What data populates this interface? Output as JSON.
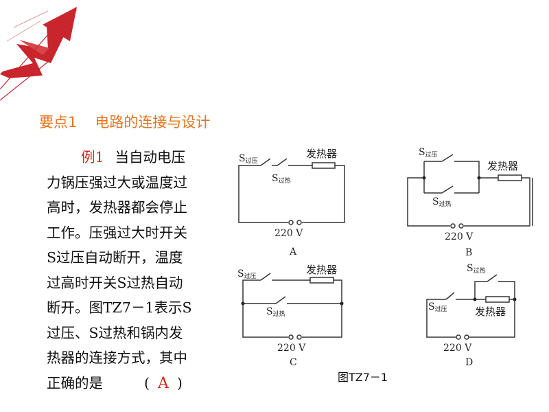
{
  "section": {
    "label": "要点1",
    "title": "电路的连接与设计"
  },
  "example": {
    "label": "例1",
    "lines": [
      "当自动电压",
      "力锅压强过大或温度过",
      "高时，发热器都会停止",
      "工作。压强过大时开关",
      "S过压自动断开，温度",
      "过高时开关S过热自动",
      "断开。图TZ7－1表示S",
      "过压、S过热和锅内发",
      "热器的连接方式，其中",
      "正确的是"
    ],
    "paren_open": "(",
    "answer": "A",
    "paren_close": ")"
  },
  "figure": {
    "caption": "图TZ7－1",
    "switch_symbol": "S",
    "switch_overpressure_sub": "过压",
    "switch_overheat_sub": "过热",
    "heater_label": "发热器",
    "voltage_label": "220 V",
    "options": [
      "A",
      "B",
      "C",
      "D"
    ]
  },
  "colors": {
    "accent_red": "#d9231c",
    "title_orange": "#e8731c",
    "wire": "#333333"
  }
}
